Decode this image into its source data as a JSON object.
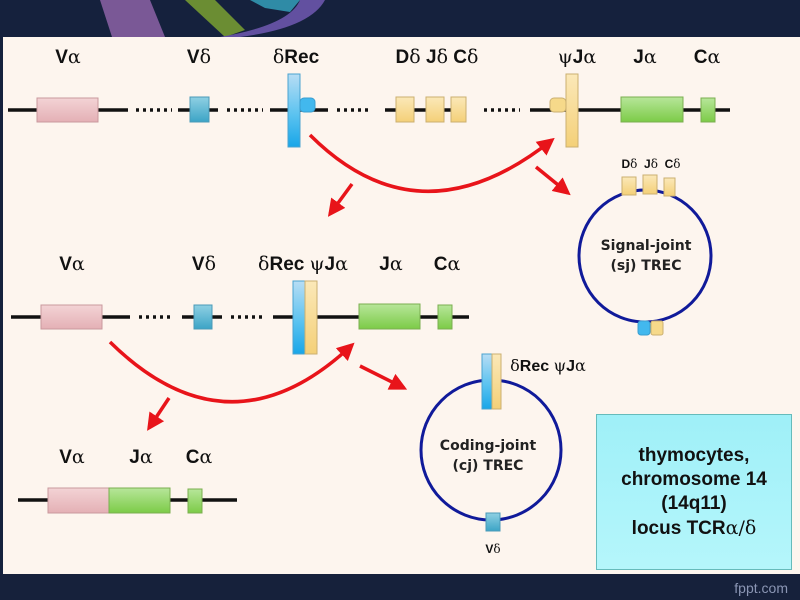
{
  "slide": {
    "footer": "fppt.com"
  },
  "row1": {
    "labels": {
      "va": [
        "V",
        "α"
      ],
      "vd": [
        "V",
        "δ"
      ],
      "drec": [
        "δ",
        "Rec"
      ],
      "d_j_c": [
        "D",
        "δ",
        "J",
        "δ",
        "C",
        "δ"
      ],
      "psija": [
        "ψ",
        "J",
        "α"
      ],
      "ja": [
        "J",
        "α"
      ],
      "ca": [
        "C",
        "α"
      ]
    }
  },
  "row2": {
    "labels": {
      "va": [
        "V",
        "α"
      ],
      "vd": [
        "V",
        "δ"
      ],
      "drec_psija": [
        "δ",
        "Rec ",
        "ψ",
        "J",
        "α"
      ],
      "ja": [
        "J",
        "α"
      ],
      "ca": [
        "C",
        "α"
      ]
    }
  },
  "row3": {
    "labels": {
      "va": [
        "V",
        "α"
      ],
      "ja": [
        "J",
        "α"
      ],
      "ca": [
        "C",
        "α"
      ]
    }
  },
  "signal_joint_trec": {
    "line1": "Signal-joint",
    "line2": "(sj) TREC",
    "segment_labels": [
      "D",
      "δ",
      "J",
      "δ",
      "C",
      "δ"
    ]
  },
  "coding_joint_trec": {
    "line1": "Coding-joint",
    "line2": "(cj) TREC",
    "top_label": [
      "δ",
      "Rec ",
      "ψ",
      "J",
      "α"
    ],
    "bottom_label": [
      "V",
      "δ"
    ]
  },
  "info_box": {
    "line1": "thymocytes,",
    "line2": "chromosome 14",
    "line3": "(14q11)",
    "line4_prefix": "locus TCR",
    "line4_greek": "α/δ"
  },
  "colors": {
    "valpha": "#ecc3c6",
    "vdelta": "#5bb6d2",
    "drec": "#29aeea",
    "delta_d_j_c": "#f7dc94",
    "jalpha": "#8fd360",
    "arrow": "#e8141a",
    "trec_circle": "#101a9a",
    "info_box": "#a8f2f9"
  }
}
